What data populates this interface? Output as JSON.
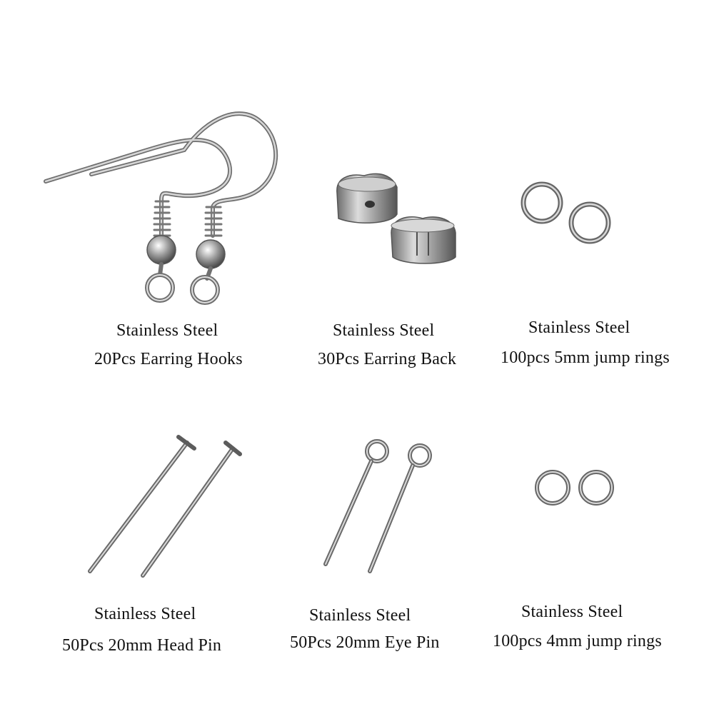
{
  "colors": {
    "background": "#ffffff",
    "text": "#111111",
    "metal_light": "#e4e4e4",
    "metal_mid": "#a6a6a6",
    "metal_dark": "#5a5a5a"
  },
  "products": [
    {
      "icon": "earring-hooks-icon",
      "line1": "Stainless Steel",
      "line2": "20Pcs Earring Hooks"
    },
    {
      "icon": "earring-back-icon",
      "line1": "Stainless Steel",
      "line2": "30Pcs Earring Back"
    },
    {
      "icon": "jump-rings-5mm-icon",
      "line1": "Stainless Steel",
      "line2": "100pcs 5mm jump rings"
    },
    {
      "icon": "head-pins-icon",
      "line1": "Stainless Steel",
      "line2": "50Pcs 20mm Head Pin"
    },
    {
      "icon": "eye-pins-icon",
      "line1": "Stainless Steel",
      "line2": "50Pcs 20mm Eye Pin"
    },
    {
      "icon": "jump-rings-4mm-icon",
      "line1": "Stainless Steel",
      "line2": "100pcs 4mm jump rings"
    }
  ]
}
